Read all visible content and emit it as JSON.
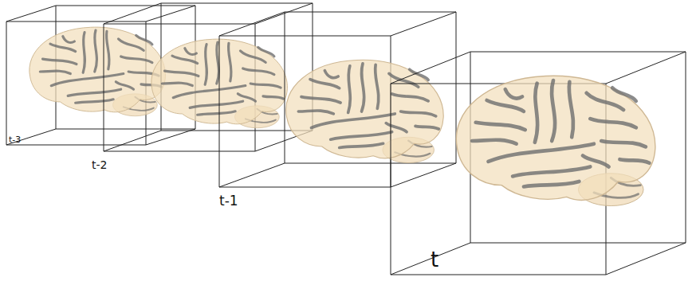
{
  "diagram": {
    "labels": [
      "t-3",
      "t-2",
      "t-1",
      "t"
    ]
  }
}
